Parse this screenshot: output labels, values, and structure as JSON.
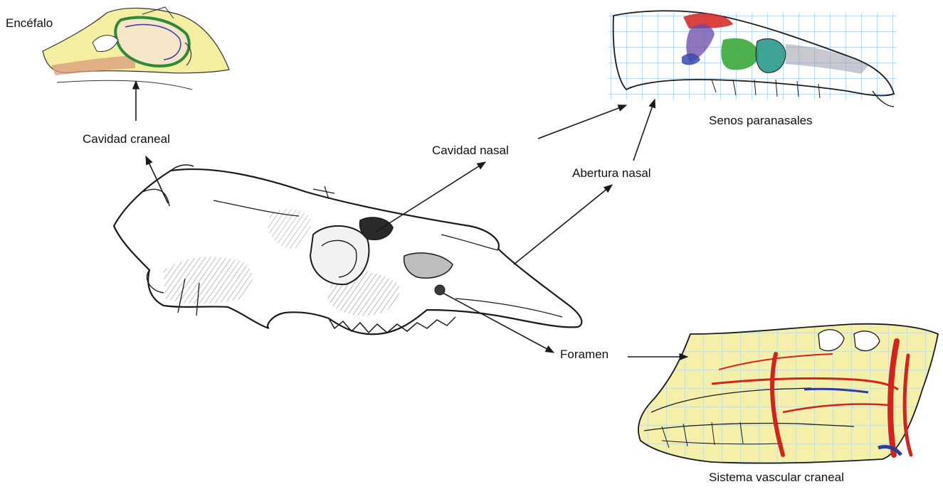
{
  "labels": {
    "encefalo": "Encéfalo",
    "cavidad_craneal": "Cavidad craneal",
    "cavidad_nasal": "Cavidad nasal",
    "abertura_nasal": "Abertura nasal",
    "senos_paranasales": "Senos paranasales",
    "foramen": "Foramen",
    "sistema_vascular": "Sistema vascular craneal"
  },
  "colors": {
    "ink": "#1a1a1a",
    "sketch_yellow": "#f3eea0",
    "grid_blue": "#8fc4ea",
    "brain_green": "#2e8a3a",
    "tissue_pink": "#d99a7a",
    "artery_red": "#d4231c",
    "vein_blue": "#2c3c9c",
    "sinus_green": "#3aa83a",
    "sinus_teal": "#2b9a8a",
    "sinus_purple": "#6a4aa8",
    "nasal_gray": "#9a9aa8"
  }
}
